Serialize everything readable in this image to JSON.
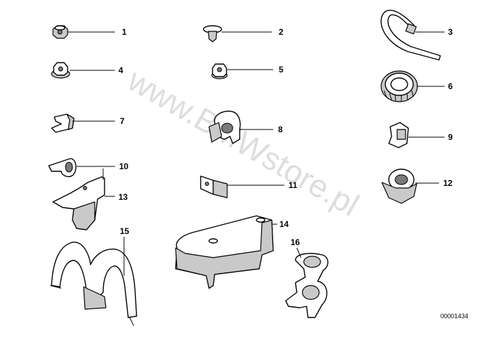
{
  "watermark": "www.BMWstore.pl",
  "reference_code": "00001434",
  "callouts": [
    {
      "id": "1",
      "label": "1"
    },
    {
      "id": "2",
      "label": "2"
    },
    {
      "id": "3",
      "label": "3"
    },
    {
      "id": "4",
      "label": "4"
    },
    {
      "id": "5",
      "label": "5"
    },
    {
      "id": "6",
      "label": "6"
    },
    {
      "id": "7",
      "label": "7"
    },
    {
      "id": "8",
      "label": "8"
    },
    {
      "id": "9",
      "label": "9"
    },
    {
      "id": "10",
      "label": "10"
    },
    {
      "id": "11",
      "label": "11"
    },
    {
      "id": "12",
      "label": "12"
    },
    {
      "id": "13",
      "label": "13"
    },
    {
      "id": "14",
      "label": "14"
    },
    {
      "id": "15",
      "label": "15"
    },
    {
      "id": "16",
      "label": "16"
    }
  ]
}
